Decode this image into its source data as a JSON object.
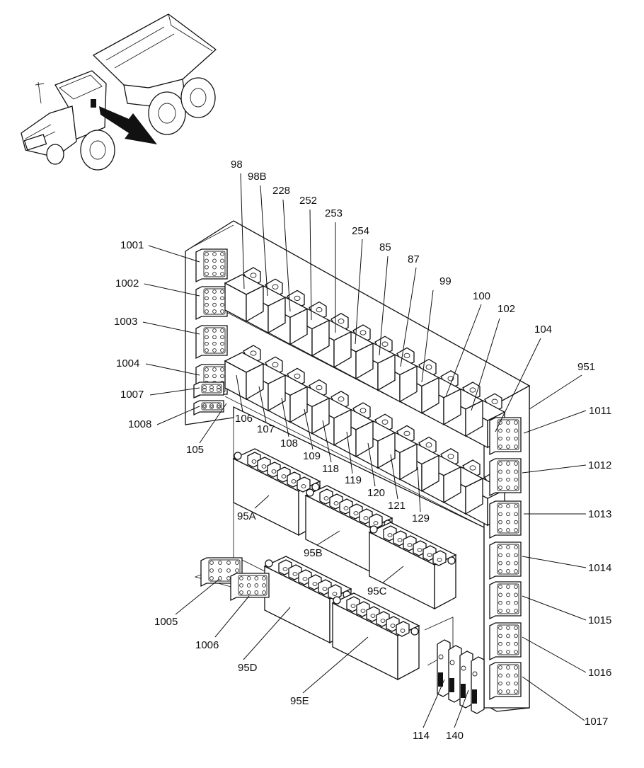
{
  "diagram": {
    "callouts": [
      {
        "id": "98",
        "text": "98"
      },
      {
        "id": "98B",
        "text": "98B"
      },
      {
        "id": "228",
        "text": "228"
      },
      {
        "id": "252",
        "text": "252"
      },
      {
        "id": "253",
        "text": "253"
      },
      {
        "id": "254",
        "text": "254"
      },
      {
        "id": "85",
        "text": "85"
      },
      {
        "id": "87",
        "text": "87"
      },
      {
        "id": "99",
        "text": "99"
      },
      {
        "id": "100",
        "text": "100"
      },
      {
        "id": "102",
        "text": "102"
      },
      {
        "id": "104",
        "text": "104"
      },
      {
        "id": "951",
        "text": "951"
      },
      {
        "id": "1001",
        "text": "1001"
      },
      {
        "id": "1002",
        "text": "1002"
      },
      {
        "id": "1003",
        "text": "1003"
      },
      {
        "id": "1004",
        "text": "1004"
      },
      {
        "id": "1007",
        "text": "1007"
      },
      {
        "id": "1008",
        "text": "1008"
      },
      {
        "id": "105",
        "text": "105"
      },
      {
        "id": "106",
        "text": "106"
      },
      {
        "id": "107",
        "text": "107"
      },
      {
        "id": "108",
        "text": "108"
      },
      {
        "id": "109",
        "text": "109"
      },
      {
        "id": "118",
        "text": "118"
      },
      {
        "id": "119",
        "text": "119"
      },
      {
        "id": "120",
        "text": "120"
      },
      {
        "id": "121",
        "text": "121"
      },
      {
        "id": "129",
        "text": "129"
      },
      {
        "id": "1011",
        "text": "1011"
      },
      {
        "id": "1012",
        "text": "1012"
      },
      {
        "id": "1013",
        "text": "1013"
      },
      {
        "id": "1014",
        "text": "1014"
      },
      {
        "id": "1015",
        "text": "1015"
      },
      {
        "id": "1016",
        "text": "1016"
      },
      {
        "id": "1017",
        "text": "1017"
      },
      {
        "id": "95A",
        "text": "95A"
      },
      {
        "id": "95B",
        "text": "95B"
      },
      {
        "id": "95C",
        "text": "95C"
      },
      {
        "id": "95D",
        "text": "95D"
      },
      {
        "id": "95E",
        "text": "95E"
      },
      {
        "id": "1005",
        "text": "1005"
      },
      {
        "id": "1006",
        "text": "1006"
      },
      {
        "id": "114",
        "text": "114"
      },
      {
        "id": "140",
        "text": "140"
      }
    ]
  }
}
